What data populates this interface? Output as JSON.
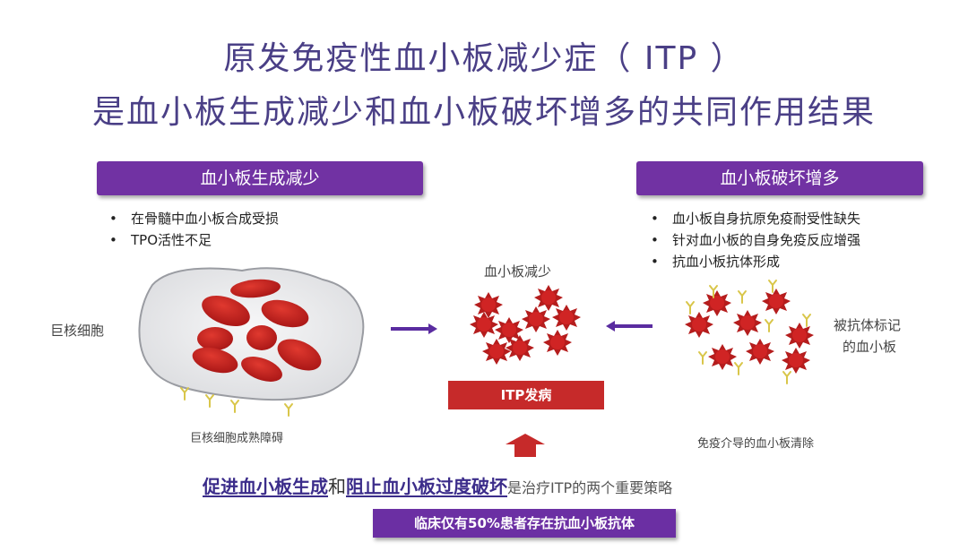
{
  "title": {
    "line1": "原发免疫性血小板减少症（ ITP ）",
    "line2": "是血小板生成减少和血小板破坏增多的共同作用结果"
  },
  "left_panel": {
    "header": "血小板生成减少",
    "bullets": [
      "在骨髓中血小板合成受损",
      "TPO活性不足"
    ],
    "cell_label": "巨核细胞",
    "caption": "巨核细胞成熟障碍"
  },
  "right_panel": {
    "header": "血小板破坏增多",
    "bullets": [
      "血小板自身抗原免疫耐受性缺失",
      "针对血小板的自身免疫反应增强",
      "抗血小板抗体形成"
    ],
    "side_label": [
      "被抗体标记",
      "的血小板"
    ],
    "caption": "免疫介导的血小板清除"
  },
  "center": {
    "label": "血小板减少",
    "itp_box": "ITP发病"
  },
  "strategy": {
    "part1": "促进血小板生成",
    "joiner": "和",
    "part2": "阻止血小板过度破坏",
    "rest": "是治疗ITP的两个重要策略"
  },
  "footer": "临床仅有50%患者存在抗血小板抗体",
  "colors": {
    "title": "#4a3f86",
    "header_bg": "#7132a3",
    "platelet": "#b51d1d",
    "itp_box": "#c62a2a",
    "arrow": "#5a2ca0",
    "antibody": "#d9c64a"
  }
}
